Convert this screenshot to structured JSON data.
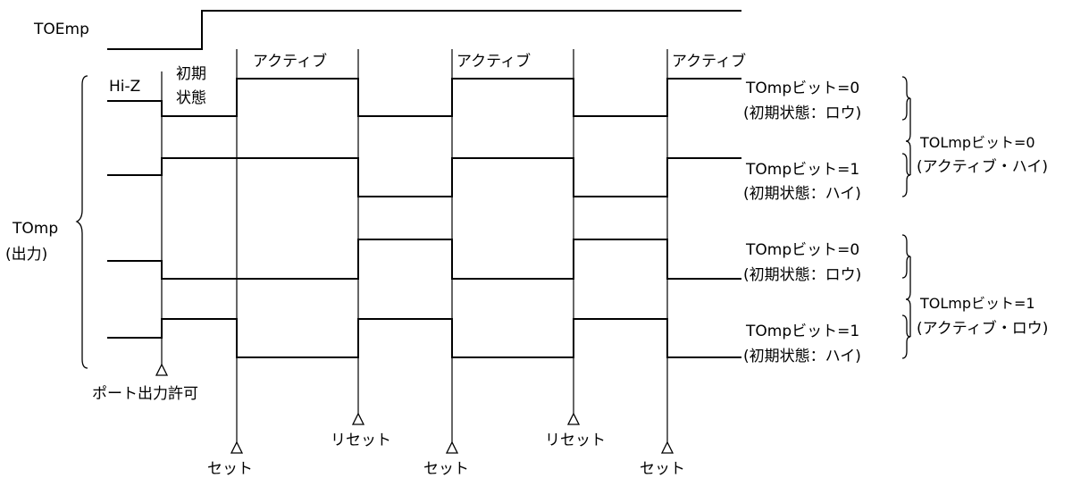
{
  "signal_toe": "TOEmp",
  "signal_to": "TOmp",
  "signal_to_sub": "(出力)",
  "hiz": "Hi-Z",
  "initial_line1": "初期",
  "initial_line2": "状態",
  "active": "アクティブ",
  "port_enable": "ポート出力許可",
  "set": "セット",
  "reset": "リセット",
  "rows": [
    {
      "bit": "TOmpビット=0",
      "init": "(初期状態：ロウ)"
    },
    {
      "bit": "TOmpビット=1",
      "init": "(初期状態：ハイ)"
    },
    {
      "bit": "TOmpビット=0",
      "init": "(初期状態：ロウ)"
    },
    {
      "bit": "TOmpビット=1",
      "init": "(初期状態：ハイ)"
    }
  ],
  "groups": [
    {
      "bit": "TOLmpビット=0",
      "mode": "(アクティブ・ハイ)"
    },
    {
      "bit": "TOLmpビット=1",
      "mode": "(アクティブ・ロウ)"
    }
  ]
}
